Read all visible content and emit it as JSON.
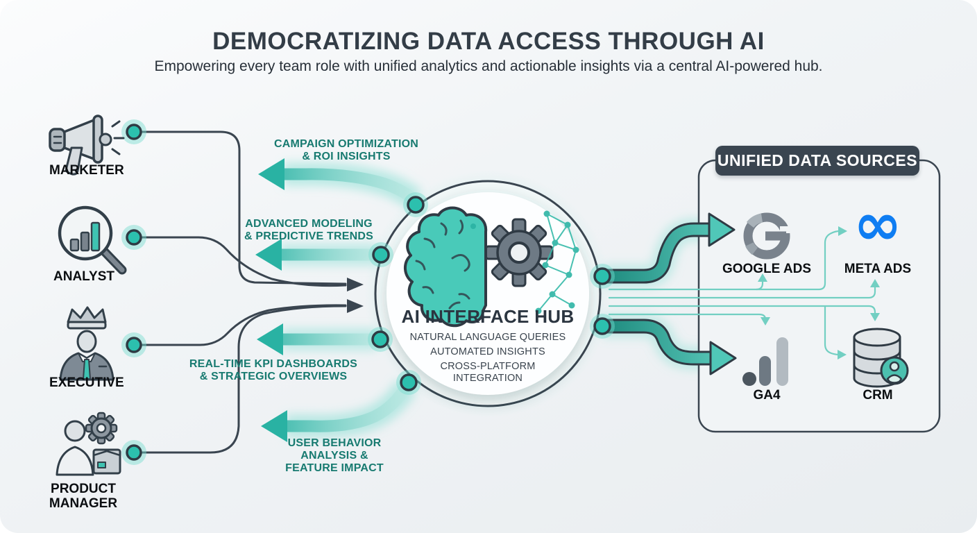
{
  "header": {
    "title": "DEMOCRATIZING DATA ACCESS THROUGH AI",
    "subtitle": "Empowering every team role with unified analytics and actionable insights via a central AI-powered hub."
  },
  "roles": [
    {
      "label": "MARKETER",
      "icon": "megaphone-icon"
    },
    {
      "label": "ANALYST",
      "icon": "magnifier-chart-icon"
    },
    {
      "label": "EXECUTIVE",
      "icon": "person-crown-icon"
    },
    {
      "label": "PRODUCT MANAGER",
      "icon": "person-gear-box-icon"
    }
  ],
  "insights": [
    {
      "line1": "CAMPAIGN OPTIMIZATION",
      "line2": "& ROI INSIGHTS"
    },
    {
      "line1": "ADVANCED MODELING",
      "line2": "& PREDICTIVE TRENDS"
    },
    {
      "line1": "REAL-TIME KPI DASHBOARDS",
      "line2": "& STRATEGIC OVERVIEWS"
    },
    {
      "line1": "USER BEHAVIOR",
      "line2": "ANALYSIS &",
      "line3": "FEATURE IMPACT"
    }
  ],
  "hub": {
    "title": "AI INTERFACE HUB",
    "features": [
      "NATURAL LANGUAGE QUERIES",
      "AUTOMATED INSIGHTS",
      "CROSS-PLATFORM INTEGRATION"
    ],
    "icon": "brain-gear-icon"
  },
  "sources_panel": {
    "title": "UNIFIED DATA SOURCES",
    "sources": [
      {
        "label": "GOOGLE ADS",
        "icon": "google-g-icon"
      },
      {
        "label": "META ADS",
        "icon": "meta-infinity-icon",
        "glyph": "∞"
      },
      {
        "label": "GA4",
        "icon": "ga4-bars-icon"
      },
      {
        "label": "CRM",
        "icon": "database-person-icon"
      }
    ]
  },
  "colors": {
    "accent_teal": "#2bb3a4",
    "teal_text": "#177a70",
    "slate": "#3a4550",
    "meta_blue": "#0f7df2",
    "background": "#eef1f4"
  }
}
